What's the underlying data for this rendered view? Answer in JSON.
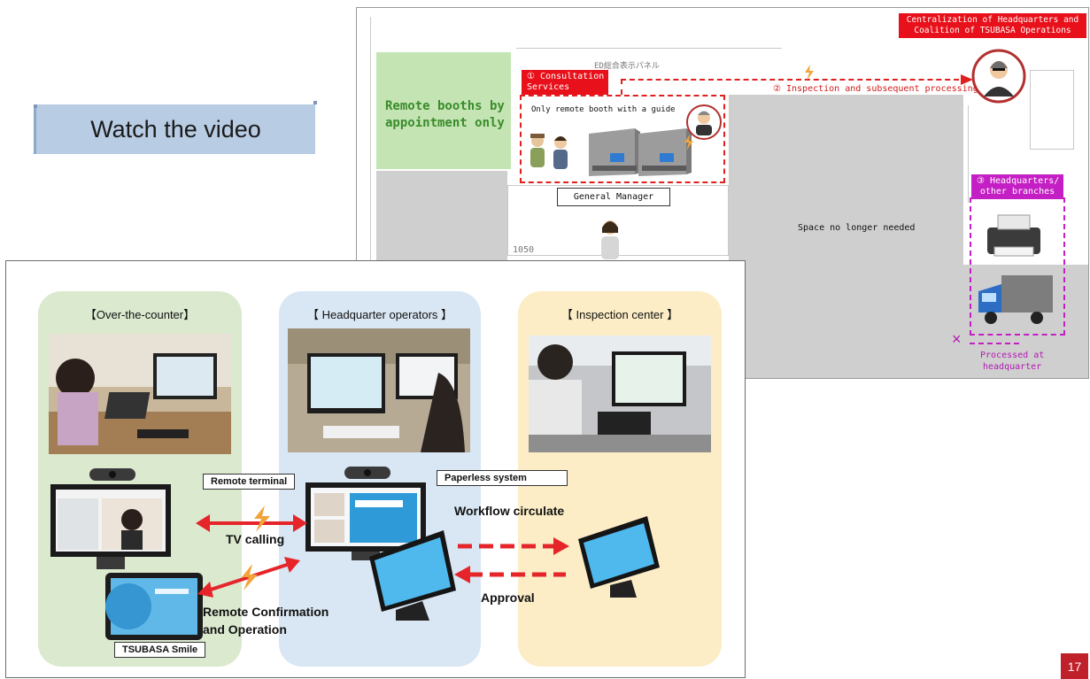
{
  "watch_button": {
    "label": "Watch the video"
  },
  "floor_plan": {
    "booth_label": "Remote booths by\nappointment only",
    "consultation_tag": "① Consultation\nServices",
    "booth_note": "Only remote booth with a guide",
    "general_manager": "General Manager",
    "inspection_text": "② Inspection and subsequent processing",
    "centralization_tag": "Centralization of Headquarters and\nCoalition of TSUBASA Operations",
    "space_text": "Space no longer needed",
    "hq_branches_tag": "③ Headquarters/\nother branches",
    "processed_text": "Processed at\nheadquarter",
    "x_mark": "×",
    "plan_jp_label": "ED総合表示パネル",
    "plan_number": "1050"
  },
  "diagram": {
    "panels": {
      "counter": "【Over-the-counter】",
      "hq": "【 Headquarter operators 】",
      "inspection": "【 Inspection center 】"
    },
    "remote_terminal": "Remote terminal",
    "paperless_system": "Paperless system",
    "workflow": "Workflow circulate",
    "tv_calling": "TV calling",
    "remote_confirmation": "Remote Confirmation\nand Operation",
    "approval": "Approval",
    "tsubasa_smile": "TSUBASA Smile"
  },
  "page_number": "17",
  "colors": {
    "red": "#e8101a",
    "magenta": "#c41fc4",
    "green_panel": "#dbe9cf",
    "blue_panel": "#d9e6f3",
    "yellow_panel": "#fcedc6",
    "arrow_red": "#e5252a",
    "lightning": "#f2a43a"
  },
  "icons": [
    "lightning-icon",
    "monitor-icon",
    "printer-icon",
    "truck-icon",
    "person-icon",
    "webcam-icon"
  ]
}
